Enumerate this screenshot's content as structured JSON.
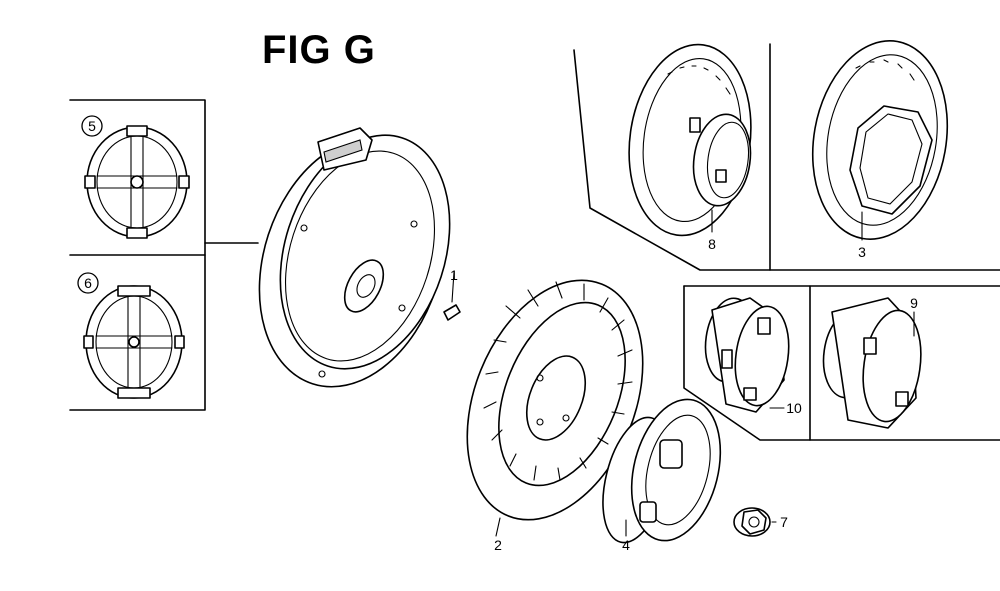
{
  "figure": {
    "title": "FIG G"
  },
  "callouts": [
    {
      "id": "callout-1",
      "label": "1"
    },
    {
      "id": "callout-2",
      "label": "2"
    },
    {
      "id": "callout-3",
      "label": "3"
    },
    {
      "id": "callout-4",
      "label": "4"
    },
    {
      "id": "callout-5",
      "label": "5"
    },
    {
      "id": "callout-6",
      "label": "6"
    },
    {
      "id": "callout-7",
      "label": "7"
    },
    {
      "id": "callout-8",
      "label": "8"
    },
    {
      "id": "callout-9",
      "label": "9"
    },
    {
      "id": "callout-10",
      "label": "10"
    }
  ],
  "colors": {
    "ink": "#000000",
    "paper": "#ffffff",
    "shade": "#cfcfcf"
  }
}
